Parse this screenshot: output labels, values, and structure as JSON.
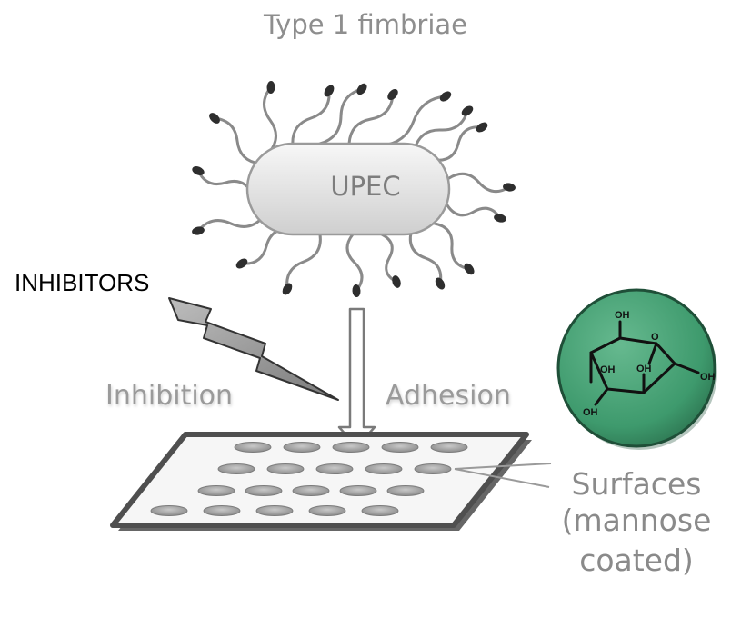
{
  "diagram": {
    "title": "Type 1 fimbriae",
    "bacterium_label": "UPEC",
    "inhibitors_label": "INHIBITORS",
    "inhibition_label": "Inhibition",
    "adhesion_label": "Adhesion",
    "surfaces_label": {
      "line1": "Surfaces",
      "line2": "(mannose",
      "line3": "coated)"
    },
    "molecule_labels": [
      "OH",
      "O",
      "OH",
      "OH",
      "OH",
      "OH"
    ],
    "colors": {
      "molecule_fill": "#3e9a6d",
      "bacterium_fill": "#e4e4e4",
      "plate_border": "#555555",
      "well_fill": "#9a9a9a",
      "text_gray": "#8e8e8e"
    }
  }
}
